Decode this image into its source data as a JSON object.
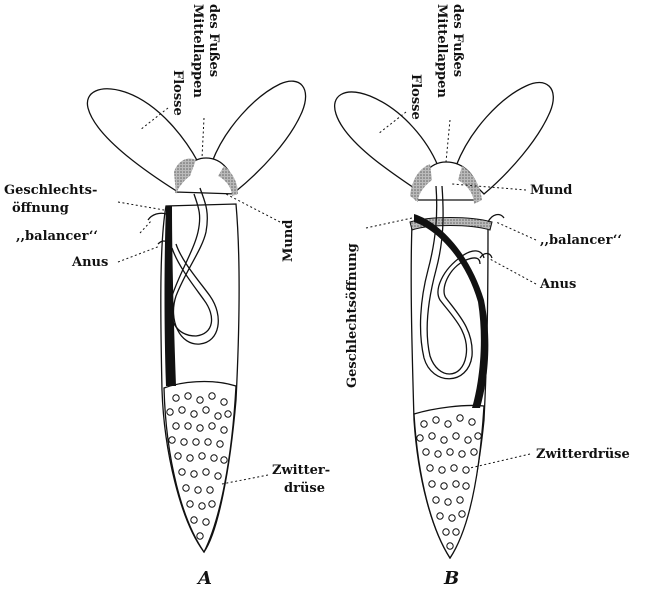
{
  "figure_a": {
    "caption": "A",
    "labels": {
      "flosse": "Flosse",
      "mittellappen_line1": "Mittellappen",
      "mittellappen_line2": "des Fußes",
      "geschlecht_line1": "Geschlechts-",
      "geschlecht_line2": "öffnung",
      "balancer": ",,balancer‘‘",
      "anus": "Anus",
      "mund": "Mund",
      "zwitter_line1": "Zwitter-",
      "zwitter_line2": "drüse"
    }
  },
  "figure_b": {
    "caption": "B",
    "labels": {
      "flosse": "Flosse",
      "mittellappen_line1": "Mittellappen",
      "mittellappen_line2": "des Fußes",
      "mund": "Mund",
      "geschlechtsoeffnung": "Geschlechtsöffnung",
      "balancer": ",,balancer‘‘",
      "anus": "Anus",
      "zwitterdruese": "Zwitterdrüse"
    }
  }
}
